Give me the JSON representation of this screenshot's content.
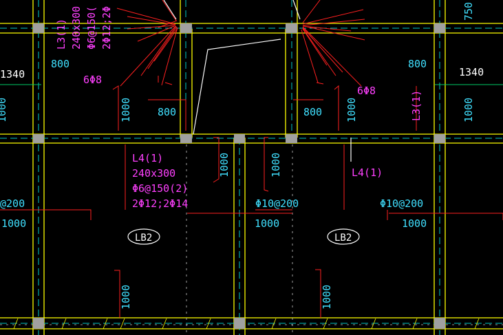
{
  "colors": {
    "background": "#000000",
    "wall": "#ffff00",
    "axis": "#00c8c8",
    "rebar": "#ff2020",
    "magenta": "#ff40ff",
    "cyan_text": "#40e0ff",
    "column": "#a0a0a0",
    "white": "#ffffff",
    "green": "#00cc66"
  },
  "labels": {
    "l3_top": "L3(1)",
    "l3_top_size": "240x300",
    "l3_top_stirrup": "Φ6@150(",
    "l3_top_bars": "2Φ12;2Φ",
    "dim_800_top_left": "800",
    "dim_800_top_right": "800",
    "dim_1340_left": "1340",
    "dim_1340_right": "1340",
    "bars_6phi8_left": "6Φ8",
    "bars_6phi8_right": "6Φ8",
    "dim_800_mid_left": "800",
    "dim_800_mid_right": "800",
    "dim_1000_v_left": "1000",
    "dim_1000_v_right": "1000",
    "l3_right": "L3(1)",
    "dim_1000_v_edge_right": "1000",
    "dim_1000_v_edge_left": "1000",
    "dim_750": "750",
    "l4": "L4(1)",
    "l4_size": "240x300",
    "l4_stirrup": "Φ6@150(2)",
    "l4_bars": "2Φ12;2Φ14",
    "l4_right": "L4(1)",
    "dim_1000_v_center_left": "1000",
    "dim_1000_v_center_right": "1000",
    "phi10_left": "@200",
    "phi10_mid": "Φ10@200",
    "phi10_right": "Φ10@200",
    "dim_1000_left": "1000",
    "dim_1000_mid": "1000",
    "dim_1000_right": "1000",
    "lb2_left": "LB2",
    "lb2_right": "LB2",
    "dim_1000_bottom_left": "1000",
    "dim_1000_bottom_right": "1000"
  }
}
